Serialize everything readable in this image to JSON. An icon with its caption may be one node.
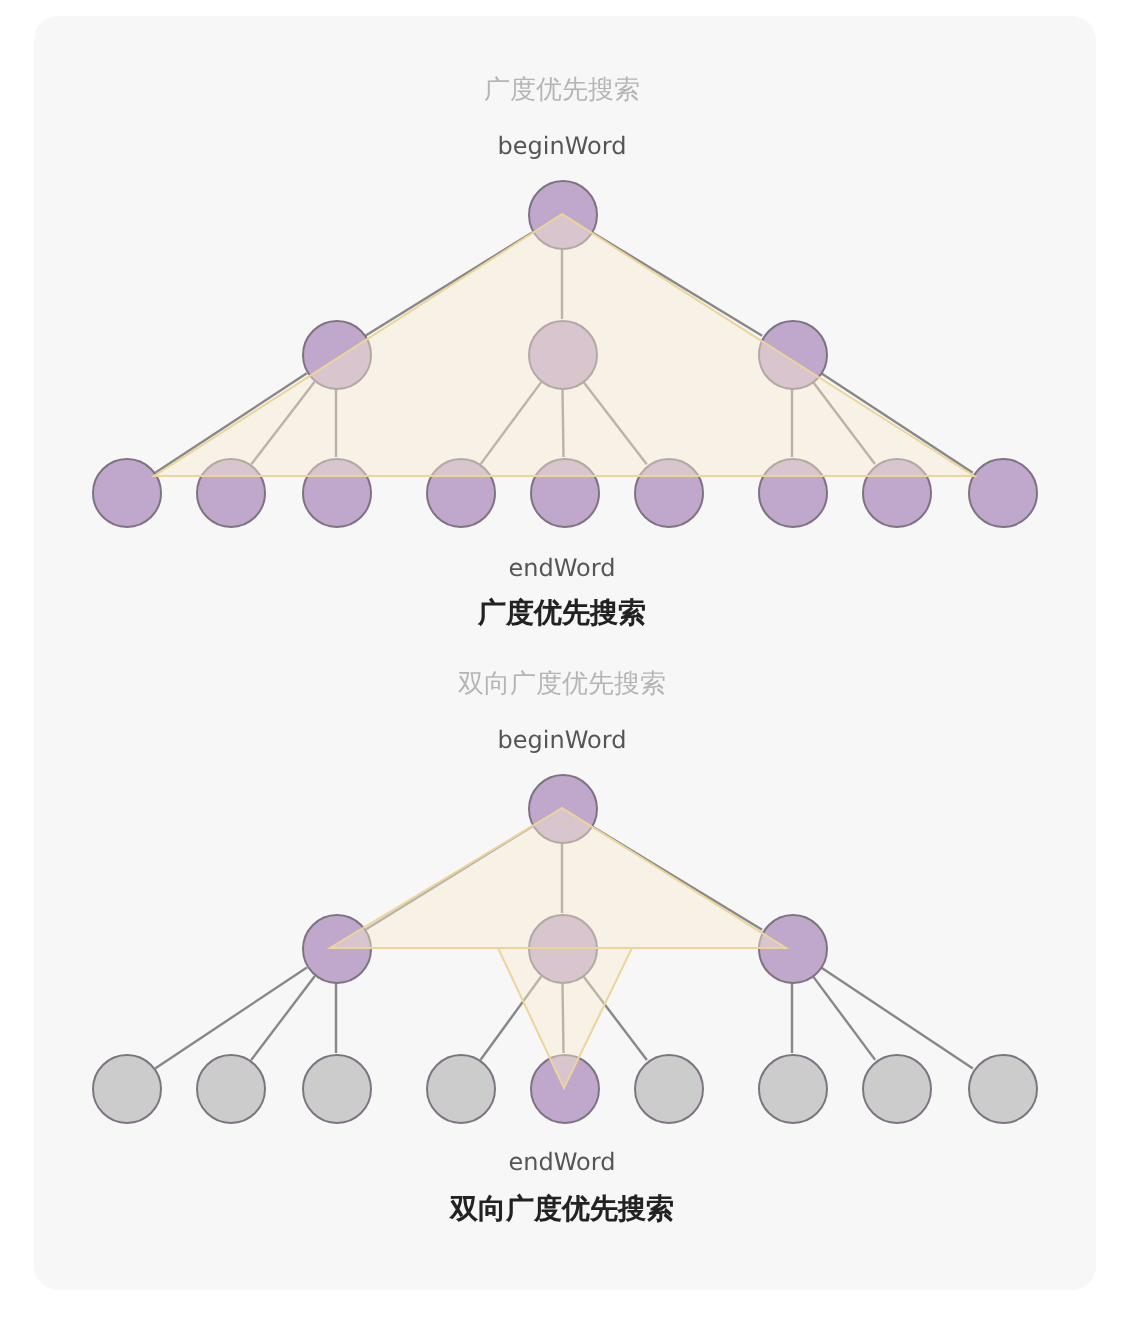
{
  "diagram": {
    "nodes": [
      {
        "text": [],
        "shape": "circle",
        "beside": [
          "beginWord"
        ]
      },
      {
        "text": [],
        "shape": "circle"
      },
      {
        "text": [],
        "shape": "circle"
      },
      {
        "text": [],
        "shape": "circle"
      },
      {
        "text": [],
        "shape": "circle"
      },
      {
        "text": [],
        "shape": "circle"
      },
      {
        "text": [],
        "shape": "circle"
      },
      {
        "text": [],
        "shape": "circle"
      },
      {
        "text": [],
        "shape": "circle",
        "beside": [
          "endWord"
        ]
      },
      {
        "text": [],
        "shape": "circle"
      },
      {
        "text": [],
        "shape": "circle"
      },
      {
        "text": [],
        "shape": "circle"
      },
      {
        "text": [],
        "shape": "circle"
      },
      {
        "text": [],
        "shape": "circle",
        "beside": [
          "beginWord"
        ]
      },
      {
        "text": [],
        "shape": "circle"
      },
      {
        "text": [],
        "shape": "circle"
      },
      {
        "text": [],
        "shape": "circle"
      },
      {
        "text": [],
        "shape": "circle"
      },
      {
        "text": [],
        "shape": "circle"
      },
      {
        "text": [],
        "shape": "circle"
      },
      {
        "text": [],
        "shape": "circle"
      },
      {
        "text": [],
        "shape": "circle",
        "beside": [
          "endWord"
        ]
      },
      {
        "text": [],
        "shape": "circle"
      },
      {
        "text": [],
        "shape": "circle"
      },
      {
        "text": [],
        "shape": "circle"
      },
      {
        "text": [],
        "shape": "circle"
      }
    ],
    "edges": [
      {
        "from": 0,
        "to": 1,
        "arrow": "none"
      },
      {
        "from": 0,
        "to": 2,
        "arrow": "none"
      },
      {
        "from": 0,
        "to": 3,
        "arrow": "none"
      },
      {
        "from": 1,
        "to": 4,
        "arrow": "none"
      },
      {
        "from": 1,
        "to": 5,
        "arrow": "none"
      },
      {
        "from": 1,
        "to": 6,
        "arrow": "none"
      },
      {
        "from": 2,
        "to": 7,
        "arrow": "none"
      },
      {
        "from": 2,
        "to": 8,
        "arrow": "none"
      },
      {
        "from": 2,
        "to": 9,
        "arrow": "none"
      },
      {
        "from": 3,
        "to": 10,
        "arrow": "none"
      },
      {
        "from": 3,
        "to": 11,
        "arrow": "none"
      },
      {
        "from": 3,
        "to": 12,
        "arrow": "none"
      },
      {
        "from": 13,
        "to": 14,
        "arrow": "none"
      },
      {
        "from": 13,
        "to": 15,
        "arrow": "none"
      },
      {
        "from": 13,
        "to": 16,
        "arrow": "none"
      },
      {
        "from": 14,
        "to": 17,
        "arrow": "none"
      },
      {
        "from": 14,
        "to": 18,
        "arrow": "none"
      },
      {
        "from": 14,
        "to": 19,
        "arrow": "none"
      },
      {
        "from": 15,
        "to": 20,
        "arrow": "none"
      },
      {
        "from": 15,
        "to": 21,
        "arrow": "none"
      },
      {
        "from": 15,
        "to": 22,
        "arrow": "none"
      },
      {
        "from": 16,
        "to": 23,
        "arrow": "none"
      },
      {
        "from": 16,
        "to": 24,
        "arrow": "none"
      },
      {
        "from": 16,
        "to": 25,
        "arrow": "none"
      }
    ],
    "labels": [
      "广度优先搜索",
      "广度优先搜索",
      "双向广度优先搜索",
      "双向广度优先搜索"
    ]
  }
}
